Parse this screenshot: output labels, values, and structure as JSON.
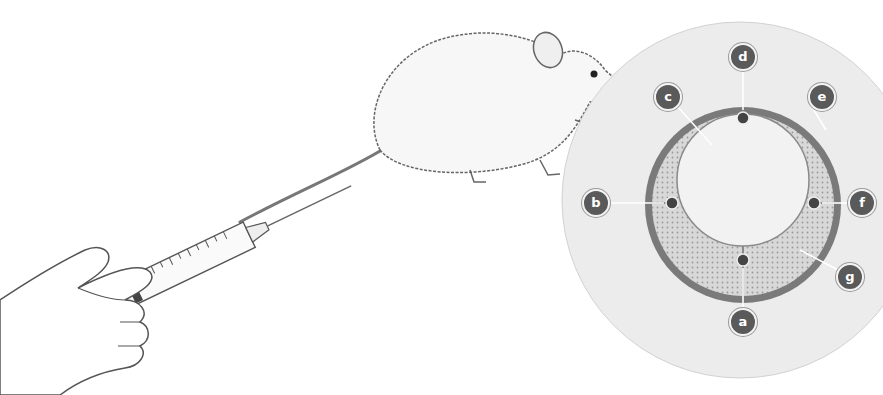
{
  "diagram": {
    "labels": [
      "d",
      "c",
      "e",
      "b",
      "f",
      "g",
      "a"
    ]
  }
}
